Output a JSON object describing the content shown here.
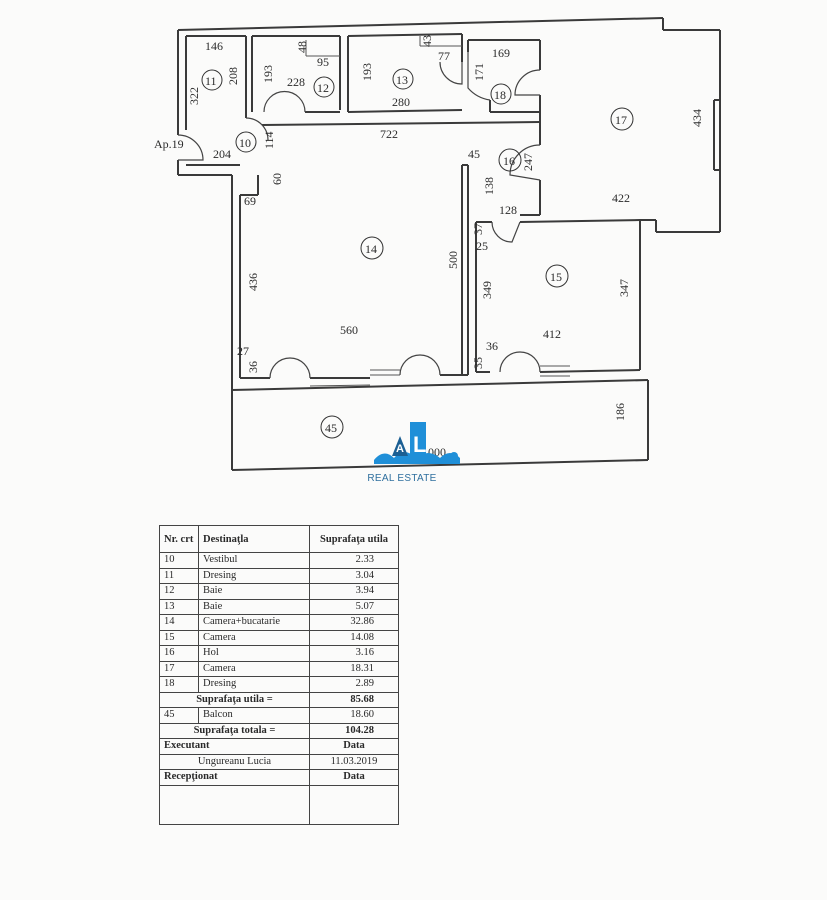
{
  "plan": {
    "apartment_label": "Ap.19",
    "room_numbers": [
      "10",
      "11",
      "12",
      "13",
      "14",
      "15",
      "16",
      "17",
      "18",
      "45"
    ],
    "dimensions": [
      "146",
      "48",
      "95",
      "193",
      "228",
      "193",
      "43",
      "280",
      "77",
      "169",
      "171",
      "208",
      "322",
      "204",
      "114",
      "722",
      "434",
      "45",
      "247",
      "60",
      "138",
      "128",
      "422",
      "69",
      "37",
      "25",
      "436",
      "500",
      "349",
      "347",
      "560",
      "412",
      "27",
      "36",
      "36",
      "35",
      "186",
      "000"
    ]
  },
  "logo": {
    "letters": "AL",
    "text": "REAL ESTATE",
    "colors": {
      "blue": "#1f8fd8",
      "dark": "#1b5f93"
    }
  },
  "table": {
    "headers": {
      "nr": "Nr. crt",
      "dest": "Destinaţla",
      "surf": "Suprafaţa utila"
    },
    "rows": [
      {
        "nr": "10",
        "dest": "Vestibul",
        "val": "2.33"
      },
      {
        "nr": "11",
        "dest": "Dresing",
        "val": "3.04"
      },
      {
        "nr": "12",
        "dest": "Baie",
        "val": "3.94"
      },
      {
        "nr": "13",
        "dest": "Baie",
        "val": "5.07"
      },
      {
        "nr": "14",
        "dest": "Camera+bucatarie",
        "val": "32.86"
      },
      {
        "nr": "15",
        "dest": "Camera",
        "val": "14.08"
      },
      {
        "nr": "16",
        "dest": "Hol",
        "val": "3.16"
      },
      {
        "nr": "17",
        "dest": "Camera",
        "val": "18.31"
      },
      {
        "nr": "18",
        "dest": "Dresing",
        "val": "2.89"
      }
    ],
    "util_label": "Suprafaţa utila   =",
    "util_value": "85.68",
    "balcon": {
      "nr": "45",
      "dest": "Balcon",
      "val": "18.60"
    },
    "total_label": "Suprafaţa totala  =",
    "total_value": "104.28",
    "executant_label": "Executant",
    "data_label": "Data",
    "executant_name": "Ungureanu Lucia",
    "executant_date": "11.03.2019",
    "receptionat_label": "Recepţionat",
    "data_label2": "Data"
  }
}
